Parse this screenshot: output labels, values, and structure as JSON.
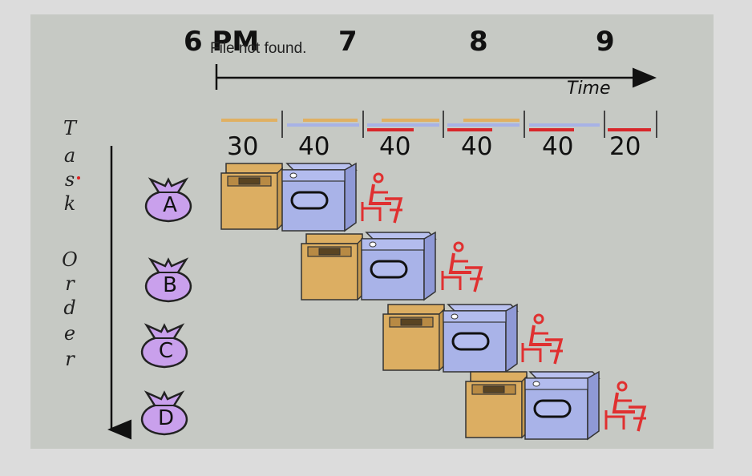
{
  "missing_image_text": "File not found.",
  "timeline": {
    "hour_labels": [
      "6 PM",
      "7",
      "8",
      "9"
    ],
    "axis_label": "Time",
    "durations": [
      "30",
      "40",
      "40",
      "40",
      "40",
      "20"
    ]
  },
  "task_axis": {
    "label": "Task Order",
    "chars": [
      "T",
      "a",
      "s",
      "k",
      "O",
      "r",
      "d",
      "e",
      "r"
    ]
  },
  "tasks": [
    "A",
    "B",
    "C",
    "D"
  ],
  "colors": {
    "washer": "#dcae62",
    "dryer": "#a9b3e8",
    "folder": "#e03030",
    "bag": "#c9a0ec",
    "washer_bar": "#e0b062",
    "dryer_bar": "#a7b2e6",
    "folder_bar": "#d8262a"
  },
  "icons": [
    "laundry-bag-icon",
    "washer-icon",
    "dryer-icon",
    "folding-person-icon"
  ]
}
